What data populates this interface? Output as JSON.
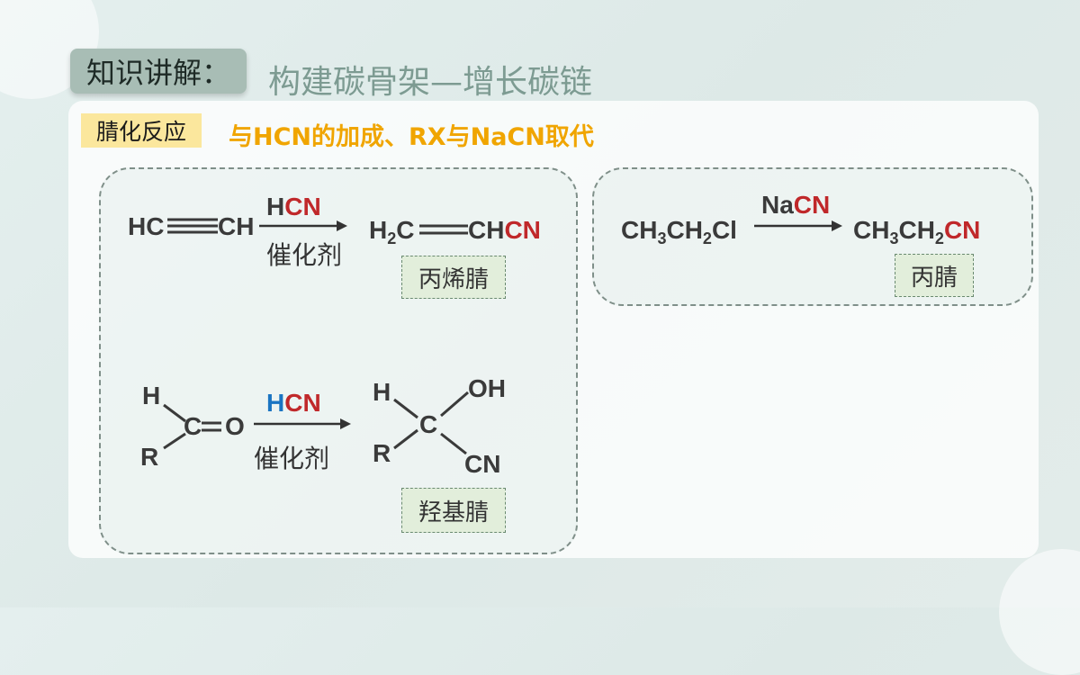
{
  "header": {
    "tag": "知识讲解：",
    "title": "构建碳骨架—增长碳链"
  },
  "section": {
    "tag": "腈化反应",
    "subtitle": "与HCN的加成、RX与NaCN取代"
  },
  "reaction1": {
    "reactant_left": "HC",
    "reactant_right": "CH",
    "reagent_h": "H",
    "reagent_cn": "CN",
    "catalyst": "催化剂",
    "product_h2c": "H",
    "product_sub2": "2",
    "product_c": "C",
    "product_ch": "CH",
    "product_cn": "CN",
    "name": "丙烯腈"
  },
  "reaction2": {
    "atom_h": "H",
    "atom_r": "R",
    "atom_c": "C",
    "atom_o": "O",
    "reagent_h": "H",
    "reagent_cn": "CN",
    "catalyst": "催化剂",
    "p_h": "H",
    "p_r": "R",
    "p_c": "C",
    "p_oh": "OH",
    "p_cn": "CN",
    "name": "羟基腈"
  },
  "reaction3": {
    "reagent_na": "Na",
    "reagent_cn": "CN",
    "r_ch": "CH",
    "r_sub3": "3",
    "r_ch2": "CH",
    "r_sub2": "2",
    "r_cl": "Cl",
    "p_ch": "CH",
    "p_sub3": "3",
    "p_ch2": "CH",
    "p_sub2": "2",
    "p_cn": "CN",
    "name": "丙腈"
  },
  "colors": {
    "red": "#c0282a",
    "blue": "#1a74c2",
    "title_green": "#7d9b92",
    "subtitle_orange": "#f0a500",
    "tag_yellow": "#fbe79d"
  }
}
